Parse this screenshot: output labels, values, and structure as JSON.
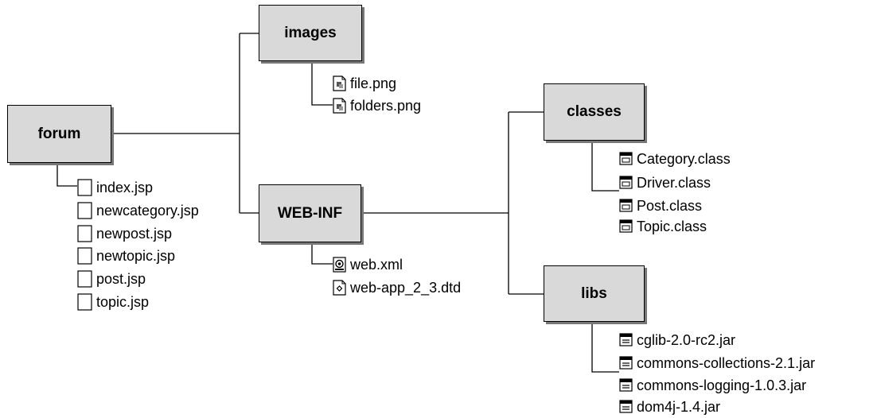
{
  "folders": {
    "forum": "forum",
    "images": "images",
    "webinf": "WEB-INF",
    "classes": "classes",
    "libs": "libs"
  },
  "forum_files": [
    "index.jsp",
    "newcategory.jsp",
    "newpost.jsp",
    "newtopic.jsp",
    "post.jsp",
    "topic.jsp"
  ],
  "images_files": [
    "file.png",
    "folders.png"
  ],
  "webinf_files": [
    "web.xml",
    "web-app_2_3.dtd"
  ],
  "classes_files": [
    "Category.class",
    "Driver.class",
    "Post.class",
    "Topic.class"
  ],
  "libs_files": [
    "cglib-2.0-rc2.jar",
    "commons-collections-2.1.jar",
    "commons-logging-1.0.3.jar",
    "dom4j-1.4.jar"
  ],
  "icons": {
    "jsp": "blank-file-icon",
    "png": "image-file-icon",
    "class": "class-file-icon",
    "jar": "jar-file-icon",
    "xml": "xml-file-icon",
    "dtd": "dtd-file-icon"
  },
  "colors": {
    "box_fill": "#d9d9d9",
    "box_shadow": "#777777",
    "line": "#000000"
  }
}
